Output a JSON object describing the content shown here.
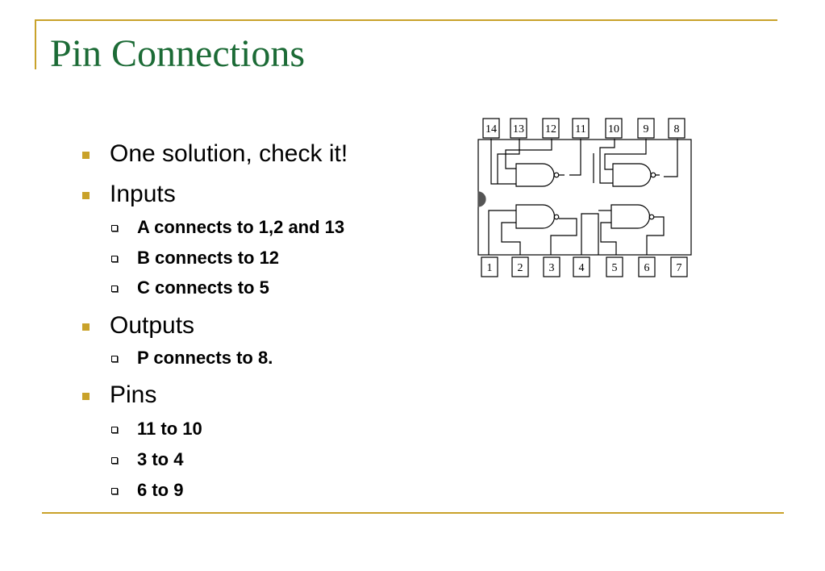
{
  "slide": {
    "title": "Pin Connections",
    "accent_color": "#c9a22a",
    "title_color": "#1c6b36"
  },
  "bullets": [
    {
      "text": "One solution, check it!",
      "sub": []
    },
    {
      "text": "Inputs",
      "sub": [
        "A connects to 1,2 and 13",
        "B connects to 12",
        "C connects to 5"
      ]
    },
    {
      "text": "Outputs",
      "sub": [
        "P connects to 8."
      ]
    },
    {
      "text": "Pins",
      "sub": [
        "11 to 10",
        "3 to 4",
        "6 to 9"
      ]
    }
  ],
  "chip": {
    "top_pins": [
      "14",
      "13",
      "12",
      "11",
      "10",
      "9",
      "8"
    ],
    "bottom_pins": [
      "1",
      "2",
      "3",
      "4",
      "5",
      "6",
      "7"
    ],
    "gate_type": "NAND",
    "gate_count": 4
  }
}
